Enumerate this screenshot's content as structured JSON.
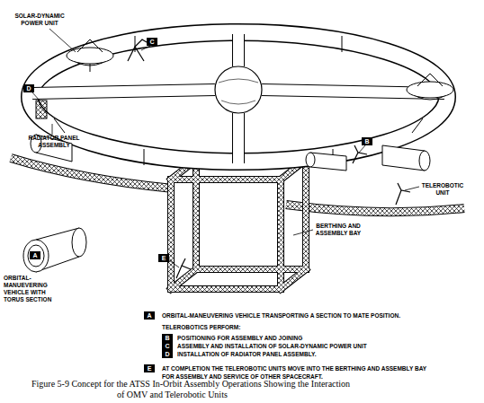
{
  "diagram": {
    "caption": "Figure 5-9 Concept for the ATSS In-Orbit Assembly Operations Showing the Interaction of OMV and Telerobotic Units",
    "nodes": [
      {
        "text": [
          "C"
        ]
      },
      {
        "text": [
          "D"
        ]
      },
      {
        "text": [
          "B"
        ]
      },
      {
        "text": [
          "E"
        ]
      },
      {
        "text": [
          "A"
        ]
      },
      {
        "text": [
          "A"
        ]
      },
      {
        "text": [
          "B"
        ]
      },
      {
        "text": [
          "C"
        ]
      },
      {
        "text": [
          "D"
        ]
      },
      {
        "text": [
          "E"
        ]
      }
    ],
    "labels": [
      "SOLAR-DYNAMIC POWER UNIT",
      "RADIATOR PANEL ASSEMBLY",
      "TELEROBOTIC UNIT",
      "BERTHING AND ASSEMBLY BAY",
      "ORBITAL-MANUEVERING VEHICLE WITH TORUS SECTION",
      "ORBITAL-MANEUVERING VEHICLE TRANSPORTING A SECTION TO MATE POSITION.",
      "TELEROBOTICS PERFORM:",
      "POSITIONING FOR ASSEMBLY AND JOINING",
      "ASSEMBLY AND INSTALLATION OF SOLAR-DYNAMIC POWER UNIT",
      "INSTALLATION OF RADIATOR PANEL ASSEMBLY.",
      "AT COMPLETION THE TELEROBOTIC UNITS MOVE INTO THE BERTHING AND ASSEMBLY BAY FOR ASSEMBLY AND SERVICE OF OTHER SPACECRAFT."
    ]
  }
}
